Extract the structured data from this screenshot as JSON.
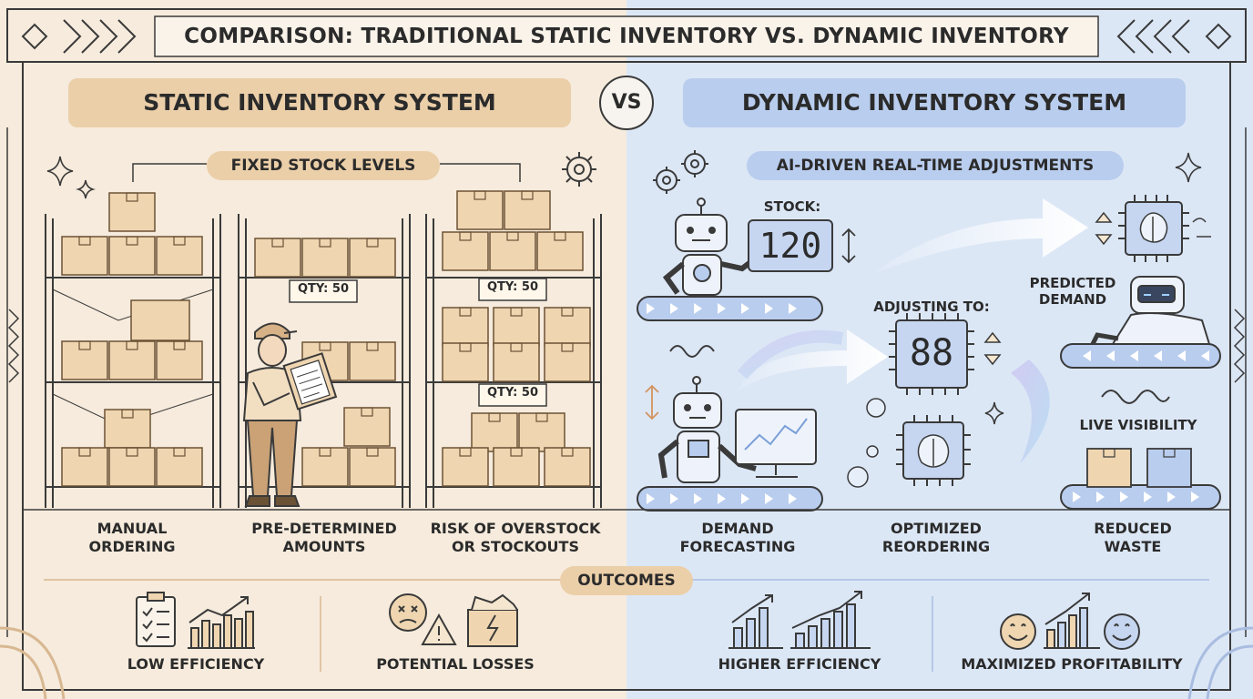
{
  "title": "COMPARISON: TRADITIONAL STATIC INVENTORY VS. DYNAMIC INVENTORY",
  "vs": "VS",
  "static": {
    "header": "STATIC INVENTORY SYSTEM",
    "subheader": "FIXED STOCK LEVELS",
    "qty_labels": [
      "QTY: 50",
      "QTY: 50",
      "QTY: 50"
    ],
    "features": [
      [
        "MANUAL",
        "ORDERING"
      ],
      [
        "PRE-DETERMINED",
        "AMOUNTS"
      ],
      [
        "RISK OF OVERSTOCK",
        "OR STOCKOUTS"
      ]
    ]
  },
  "dynamic": {
    "header": "DYNAMIC INVENTORY SYSTEM",
    "subheader": "AI-DRIVEN REAL-TIME ADJUSTMENTS",
    "stock_label": "STOCK:",
    "stock_value": "120",
    "adjust_label": "ADJUSTING TO:",
    "adjust_value": "88",
    "predicted": [
      "PREDICTED",
      "DEMAND"
    ],
    "live": "LIVE VISIBILITY",
    "features": [
      [
        "DEMAND",
        "FORECASTING"
      ],
      [
        "OPTIMIZED",
        "REORDERING"
      ],
      [
        "REDUCED",
        "WASTE"
      ]
    ]
  },
  "outcomes": {
    "label": "OUTCOMES",
    "items": [
      "LOW EFFICIENCY",
      "POTENTIAL LOSSES",
      "HIGHER EFFICIENCY",
      "MAXIMIZED PROFITABILITY"
    ]
  },
  "colors": {
    "static_bg": "#f6ebdc",
    "dynamic_bg": "#dce7f6",
    "static_accent": "#ebcfa9",
    "dynamic_accent": "#b9cdee",
    "line": "#3a3a3a",
    "box": "#efd6b1"
  }
}
